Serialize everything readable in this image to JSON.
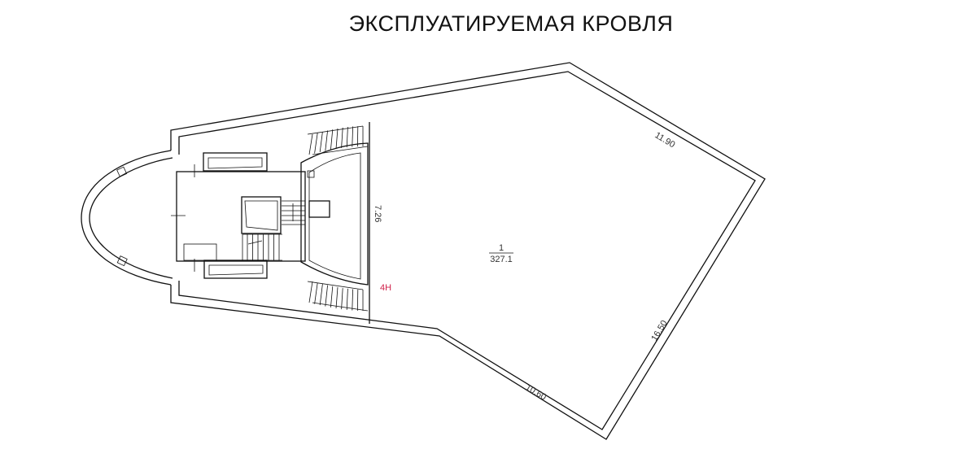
{
  "title": "ЭКСПЛУАТИРУЕМАЯ КРОВЛЯ",
  "room": {
    "number": "1",
    "area": "327.1"
  },
  "dimensions": {
    "top": "11.90",
    "right": "16.50",
    "bottom": "10.60",
    "core": "7.26"
  },
  "marker": {
    "text": "4Н",
    "color": "#d0204a"
  }
}
